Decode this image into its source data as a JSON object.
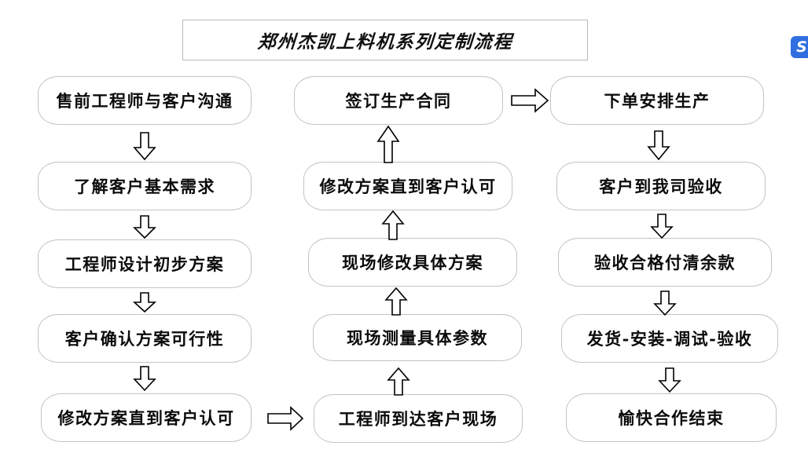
{
  "title": {
    "text": "郑州杰凯上料机系列定制流程"
  },
  "badge": {
    "glyph": "S",
    "color": "#2f6fe0"
  },
  "colors": {
    "node_border": "#c3c3c3",
    "node_fill": "#ffffff",
    "arrow_stroke": "#000000",
    "arrow_fill": "#ffffff",
    "text": "#0b0b0b",
    "title_border": "#b9b9b9"
  },
  "chart_data": {
    "type": "flowchart",
    "title": "郑州杰凯上料机系列定制流程",
    "columns": [
      {
        "name": "column-1",
        "direction": "down",
        "nodes": [
          "售前工程师与客户沟通",
          "了解客户基本需求",
          "工程师设计初步方案",
          "客户确认方案可行性",
          "修改方案直到客户认可"
        ]
      },
      {
        "name": "column-2",
        "direction": "up",
        "nodes": [
          "签订生产合同",
          "修改方案直到客户认可",
          "现场修改具体方案",
          "现场测量具体参数",
          "工程师到达客户现场"
        ]
      },
      {
        "name": "column-3",
        "direction": "down",
        "nodes": [
          "下单安排生产",
          "客户到我司验收",
          "验收合格付清余款",
          "发货-安装-调试-验收",
          "愉快合作结束"
        ]
      }
    ],
    "connectors": [
      {
        "from": "售前工程师与客户沟通",
        "to": "了解客户基本需求",
        "direction": "down"
      },
      {
        "from": "了解客户基本需求",
        "to": "工程师设计初步方案",
        "direction": "down"
      },
      {
        "from": "工程师设计初步方案",
        "to": "客户确认方案可行性",
        "direction": "down"
      },
      {
        "from": "客户确认方案可行性",
        "to": "修改方案直到客户认可",
        "direction": "down"
      },
      {
        "from": "修改方案直到客户认可",
        "to": "工程师到达客户现场",
        "direction": "right"
      },
      {
        "from": "工程师到达客户现场",
        "to": "现场测量具体参数",
        "direction": "up"
      },
      {
        "from": "现场测量具体参数",
        "to": "现场修改具体方案",
        "direction": "up"
      },
      {
        "from": "现场修改具体方案",
        "to": "修改方案直到客户认可",
        "direction": "up"
      },
      {
        "from": "修改方案直到客户认可",
        "to": "签订生产合同",
        "direction": "up"
      },
      {
        "from": "签订生产合同",
        "to": "下单安排生产",
        "direction": "right"
      },
      {
        "from": "下单安排生产",
        "to": "客户到我司验收",
        "direction": "down"
      },
      {
        "from": "客户到我司验收",
        "to": "验收合格付清余款",
        "direction": "down"
      },
      {
        "from": "验收合格付清余款",
        "to": "发货-安装-调试-验收",
        "direction": "down"
      },
      {
        "from": "发货-安装-调试-验收",
        "to": "愉快合作结束",
        "direction": "down"
      }
    ]
  }
}
